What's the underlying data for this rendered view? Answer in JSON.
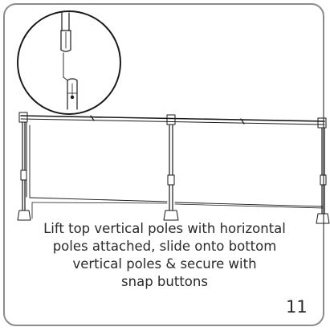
{
  "instruction": {
    "lines": [
      "Lift top vertical poles with horizontal",
      "poles attached, slide onto bottom",
      "vertical poles & secure with",
      "snap buttons"
    ]
  },
  "step_number": "11",
  "colors": {
    "border": "#8c8c8c",
    "line_art": "#1a1a1a",
    "text": "#2a2a2a",
    "background": "#ffffff"
  }
}
